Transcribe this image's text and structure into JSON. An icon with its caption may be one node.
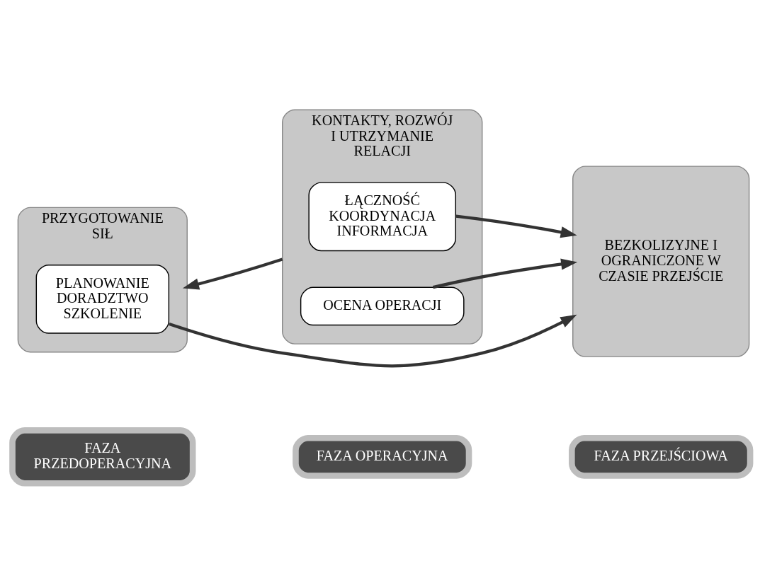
{
  "diagram": {
    "nodes": [
      {
        "text": [
          "FAZA PRZEDOPERACYJNA"
        ]
      },
      {
        "text": [
          "FAZA OPERACYJNA"
        ]
      },
      {
        "text": [
          "FAZA PRZEJŚCIOWA"
        ]
      },
      {
        "text": [
          "PRZYGOTOWANIE SIŁ"
        ]
      },
      {
        "text": [
          "KONTAKTY, ROZWÓJ I UTRZYMANIE RELACJI"
        ]
      },
      {
        "text": [
          "BEZKOLIZYJNE I OGRANICZONE W CZASIE PRZEJŚCIE"
        ]
      },
      {
        "text": [
          "PLANOWANIE DORADZTWO SZKOLENIE"
        ],
        "in": 3
      },
      {
        "text": [
          "ŁĄCZNOŚĆ KOORDYNACJA INFORMACJA"
        ],
        "in": 4
      },
      {
        "text": [
          "OCENA OPERACJI"
        ],
        "in": 4
      }
    ],
    "edges": [
      {
        "from": 6,
        "to": 5,
        "arrow": "to"
      },
      {
        "from": 4,
        "to": 3,
        "arrow": "to"
      },
      {
        "from": 7,
        "to": 5,
        "arrow": "to"
      },
      {
        "from": 8,
        "to": 5,
        "arrow": "to"
      }
    ]
  }
}
